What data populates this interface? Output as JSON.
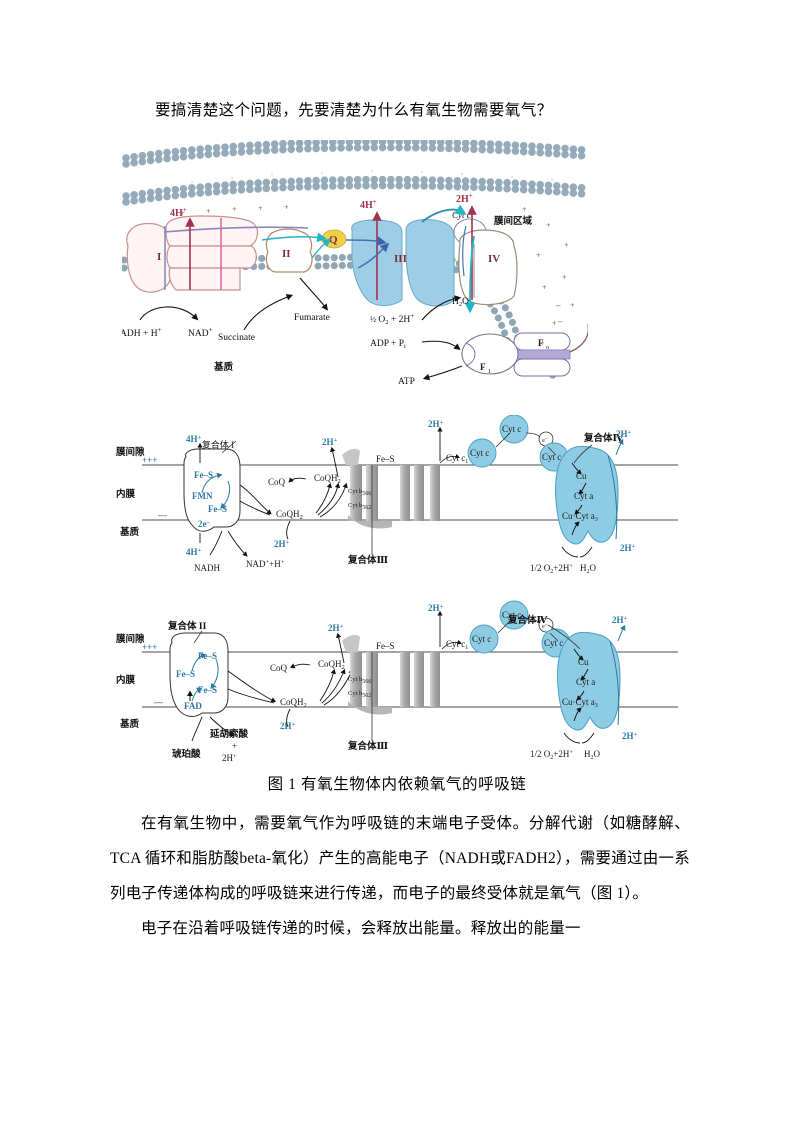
{
  "document": {
    "intro_paragraph": "要搞清楚这个问题，先要清楚为什么有氧生物需要氧气？",
    "figure_caption": "图 1  有氧生物体内依赖氧气的呼吸链",
    "body_paragraphs": [
      "在有氧生物中，需要氧气作为呼吸链的末端电子受体。分解代谢（如糖酵解、TCA 循环和脂肪酸beta-氧化）产生的高能电子（NADH或FADH2），需要通过由一系列电子传递体构成的呼吸链来进行传递，而电子的最终受体就是氧气（图 1）。",
      "电子在沿着呼吸链传递的时候，会释放出能量。释放出的能量一"
    ]
  },
  "figure1": {
    "panel_top": {
      "name": "mitochondrial-electron-transport-chain-colored",
      "labels": {
        "intermembrane_space": "膜间区域",
        "matrix": "基质",
        "complex1": "I",
        "complex2": "II",
        "complex3": "III",
        "complex4": "IV",
        "ubiquinone": "Q",
        "cytochrome_c": "Cyt c",
        "proton_left": "4H",
        "proton_mid": "4H",
        "proton_right": "2H",
        "superscript_plus": "+",
        "nadh": "ADH + H",
        "nad_plus": "NAD",
        "succinate": "Succinate",
        "fumarate": "Fumarate",
        "half_o2": "O",
        "half_o2_prefix": "½",
        "half_o2_suffix": "+ 2H",
        "water": "H O",
        "water_sub": "2",
        "adp_pi": "ADP + P",
        "adp_pi_sub": "i",
        "atp": "ATP",
        "f1": "F",
        "f1_sub": "1",
        "fo": "F",
        "fo_sub": "o"
      },
      "colors": {
        "complex_blue": "#8ec8e4",
        "complex_pink_outline": "#c98f8f",
        "proton_arrow": "#a0324f",
        "electron_arrow": "#21b3c6",
        "membrane": "#8fa6b5",
        "quinone": "#e8c437",
        "atpase_purple": "#b3a8d6"
      }
    },
    "panel_middle": {
      "name": "complex-I-to-IV-diagram",
      "labels": {
        "intermembrane_space": "膜间隙",
        "inner_membrane": "内膜",
        "matrix": "基质",
        "plus_charges": "+++",
        "minus_charges": "—",
        "complex1": "复合体 I",
        "complex3": "复合体Ⅲ",
        "complex4": "复合体Ⅳ",
        "fmn": "FMN",
        "fes": "Fe–S",
        "two_e": "2e",
        "coq": "CoQ",
        "coqh2": "CoQH",
        "coqh2_sub": "2",
        "nadh": "NADH",
        "nad_h": "NAD +H",
        "h4_top": "4H",
        "h4_bottom": "4H",
        "h2_coq": "2H",
        "h2_mid": "2H",
        "h2_top": "2H",
        "h2_right_top": "2H",
        "h2_right_bottom": "2H",
        "cytb566": "Cyt b",
        "cytb566_sub": "566",
        "cytb562": "Cyt b",
        "cytb562_sub": "562",
        "cytc1": "Cyt c",
        "cytc1_sub": "1",
        "cytc": "Cyt c",
        "electron": "e",
        "cu": "Cu",
        "cyta": "Cyt a",
        "cu_cyta3": "Cu·Cyt a",
        "cu_cyta3_sub": "3",
        "oxygen_reaction": "1/2 O +2H",
        "oxygen_sub": "2",
        "water": "H O",
        "water_sub": "2"
      },
      "colors": {
        "text_blue": "#2b79a5",
        "complex4_fill": "#8ecce4",
        "complex3_fill": "#b4b4b4"
      }
    },
    "panel_bottom": {
      "name": "complex-II-to-IV-diagram",
      "labels": {
        "intermembrane_space": "膜间隙",
        "inner_membrane": "内膜",
        "matrix": "基质",
        "plus_charges": "+++",
        "minus_charges": "—",
        "complex2": "复合体 II",
        "complex3": "复合体Ⅲ",
        "complex4": "复合体Ⅳ",
        "fad": "FAD",
        "fes": "Fe–S",
        "coq": "CoQ",
        "coqh2": "CoQH",
        "coqh2_sub": "2",
        "succinate_cn": "琥珀酸",
        "fumarate_cn": "延胡索酸",
        "plus": "+",
        "h2_fumarate": "2H",
        "h2_coq": "2H",
        "h2_mid": "2H",
        "h2_top": "2H",
        "h2_right_top": "2H",
        "h2_right_bottom": "2H",
        "cytb566": "Cyt b",
        "cytb566_sub": "566",
        "cytb562": "Cyt b",
        "cytb562_sub": "562",
        "cytc1": "Cyt c",
        "cytc1_sub": "1",
        "cytc": "Cyt c",
        "electron": "e",
        "cu": "Cu",
        "cyta": "Cyt a",
        "cu_cyta3": "Cu·Cyt a",
        "cu_cyta3_sub": "3",
        "oxygen_reaction": "1/2 O +2H",
        "oxygen_sub": "2",
        "water": "H O",
        "water_sub": "2"
      },
      "colors": {
        "text_blue": "#2b79a5",
        "complex4_fill": "#8ecce4",
        "complex3_fill": "#b4b4b4"
      }
    }
  }
}
